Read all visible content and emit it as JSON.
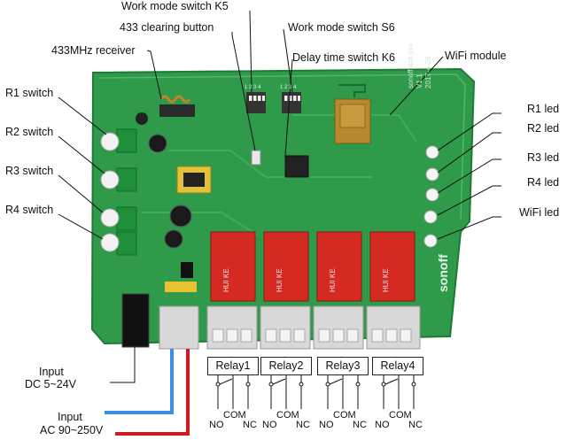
{
  "labels": {
    "k5": "Work mode switch K5",
    "clearing": "433 clearing button",
    "s6": "Work mode switch S6",
    "k6": "Delay time switch K6",
    "wifi_module": "WiFi module",
    "receiver": "433MHz receiver",
    "r1_switch": "R1 switch",
    "r2_switch": "R2 switch",
    "r3_switch": "R3 switch",
    "r4_switch": "R4 switch",
    "r1_led": "R1 led",
    "r2_led": "R2 led",
    "r3_led": "R3 led",
    "r4_led": "R4 led",
    "wifi_led": "WiFi led",
    "input_dc_1": "Input",
    "input_dc_2": "DC 5~24V",
    "input_ac_1": "Input",
    "input_ac_2": "AC 90~250V"
  },
  "relays": [
    {
      "label": "Relay1",
      "no": "NO",
      "com": "COM",
      "nc": "NC"
    },
    {
      "label": "Relay2",
      "no": "NO",
      "com": "COM",
      "nc": "NC"
    },
    {
      "label": "Relay3",
      "no": "NO",
      "com": "COM",
      "nc": "NC"
    },
    {
      "label": "Relay4",
      "no": "NO",
      "com": "COM",
      "nc": "NC"
    }
  ],
  "board_text": {
    "model": "sonoff 4ch pro",
    "version": "V1.1",
    "date": "2017-4-26",
    "brand": "sonoff",
    "relay_marking": "HUI KE",
    "k5_pins": "1 2 3 4",
    "k6_pins": "1 2 3 4"
  },
  "colors": {
    "board": "#2e9a4a",
    "board_dark": "#23803b",
    "wire_dc": "#3a8ee6",
    "wire_ac": "#d2191b",
    "relay": "#d42a22"
  }
}
